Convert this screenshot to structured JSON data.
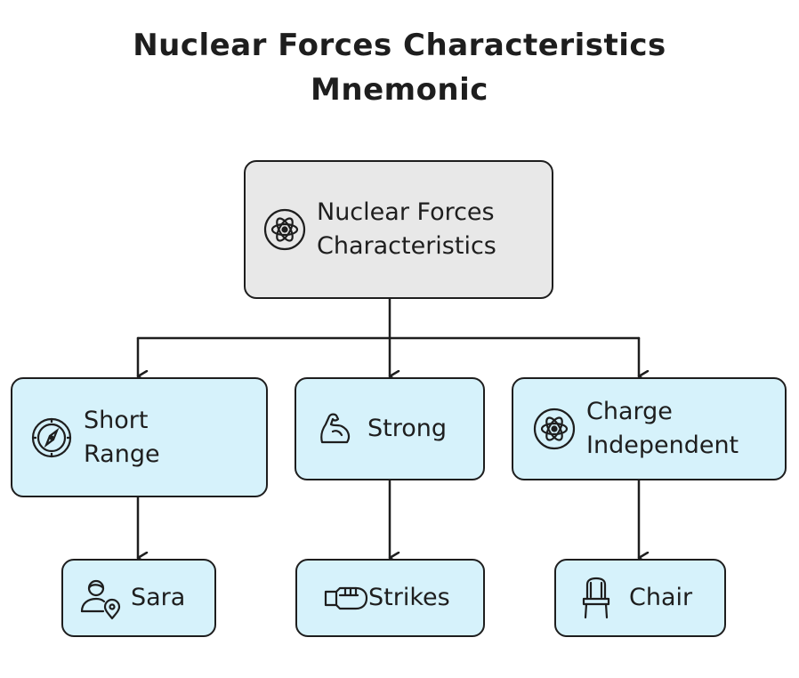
{
  "title": {
    "line1": "Nuclear Forces Characteristics",
    "line2": "Mnemonic"
  },
  "nodes": {
    "root": {
      "label": "Nuclear Forces\nCharacteristics",
      "icon": "atom-icon"
    },
    "short_range": {
      "label": "Short\nRange",
      "icon": "compass-icon"
    },
    "strong": {
      "label": "Strong",
      "icon": "flexed-bicep-icon"
    },
    "charge_independent": {
      "label": "Charge\nIndependent",
      "icon": "atom-icon"
    },
    "sara": {
      "label": "Sara",
      "icon": "person-location-icon"
    },
    "strikes": {
      "label": "Strikes",
      "icon": "punching-fist-icon"
    },
    "chair": {
      "label": "Chair",
      "icon": "chair-icon"
    }
  },
  "colors": {
    "root_fill": "#e8e8e8",
    "child_fill": "#d6f2fb",
    "stroke": "#1e1e1e"
  }
}
